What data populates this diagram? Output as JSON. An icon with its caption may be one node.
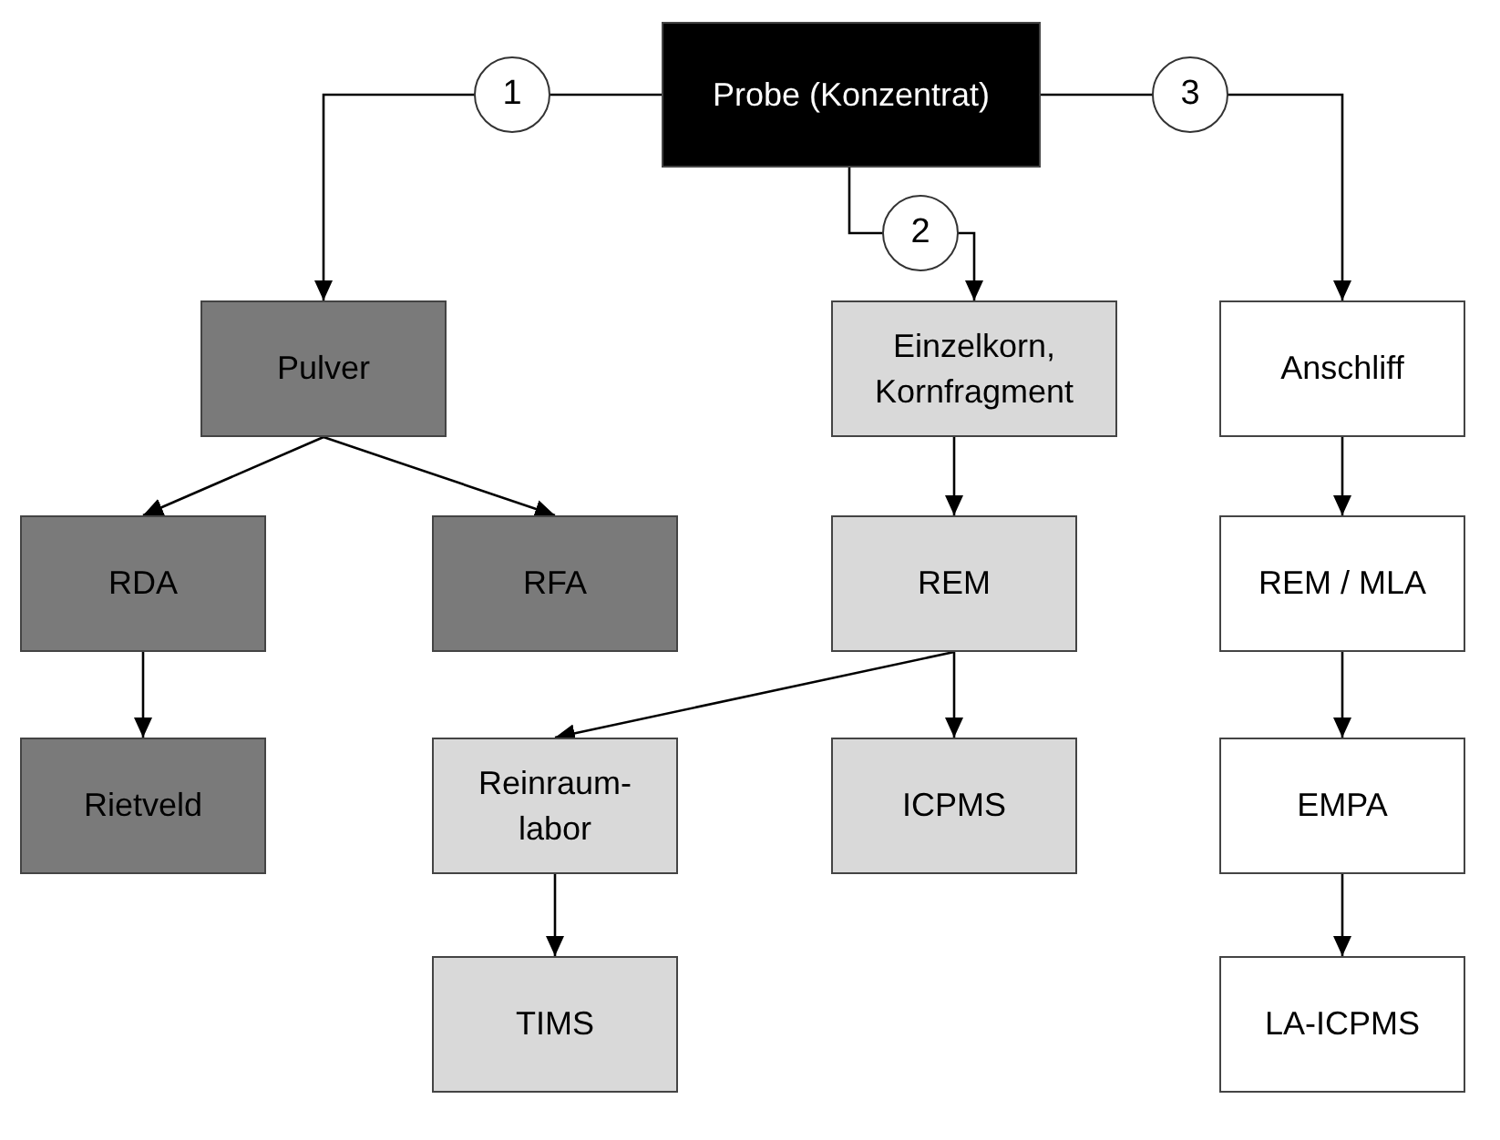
{
  "diagram": {
    "nodes": [
      {
        "text": [
          "Probe (Konzentrat)"
        ]
      },
      {
        "text": [
          "Pulver"
        ]
      },
      {
        "text": [
          "Einzelkorn, Kornfragment"
        ]
      },
      {
        "text": [
          "Anschliff"
        ]
      },
      {
        "text": [
          "RDA"
        ]
      },
      {
        "text": [
          "RFA"
        ]
      },
      {
        "text": [
          "REM"
        ]
      },
      {
        "text": [
          "REM / MLA"
        ]
      },
      {
        "text": [
          "Rietveld"
        ]
      },
      {
        "text": [
          "Reinraum- labor"
        ]
      },
      {
        "text": [
          "ICPMS"
        ]
      },
      {
        "text": [
          "EMPA"
        ]
      },
      {
        "text": [
          "TIMS"
        ]
      },
      {
        "text": [
          "LA-ICPMS"
        ]
      }
    ],
    "edges": [
      {
        "from": 0,
        "to": 1,
        "arrow": "to",
        "label": "1"
      },
      {
        "from": 0,
        "to": 2,
        "arrow": "to",
        "label": "2"
      },
      {
        "from": 0,
        "to": 3,
        "arrow": "to",
        "label": "3"
      },
      {
        "from": 1,
        "to": 4,
        "arrow": "to"
      },
      {
        "from": 1,
        "to": 5,
        "arrow": "to"
      },
      {
        "from": 2,
        "to": 6,
        "arrow": "to"
      },
      {
        "from": 3,
        "to": 7,
        "arrow": "to"
      },
      {
        "from": 4,
        "to": 8,
        "arrow": "to"
      },
      {
        "from": 6,
        "to": 9,
        "arrow": "to"
      },
      {
        "from": 6,
        "to": 10,
        "arrow": "to"
      },
      {
        "from": 7,
        "to": 11,
        "arrow": "to"
      },
      {
        "from": 9,
        "to": 12,
        "arrow": "to"
      },
      {
        "from": 11,
        "to": 13,
        "arrow": "to"
      }
    ]
  }
}
